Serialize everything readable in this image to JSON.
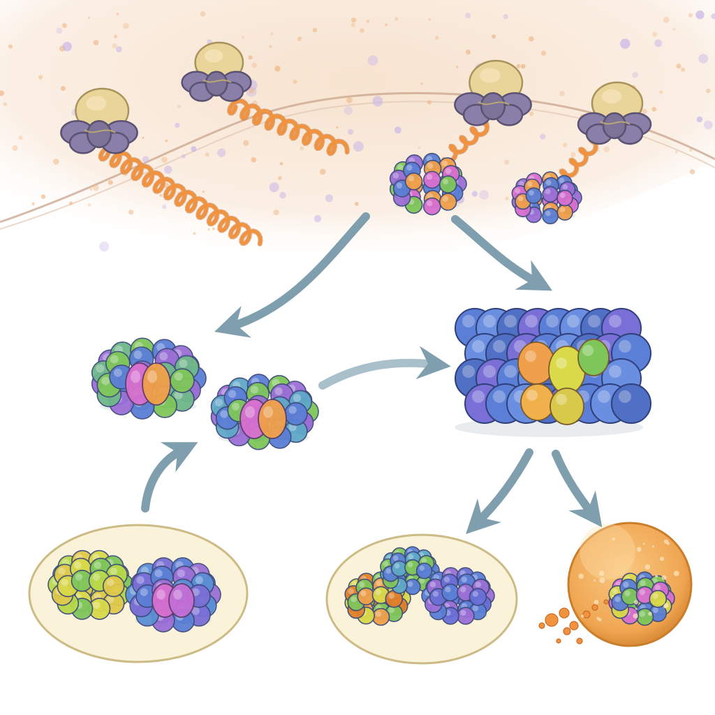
{
  "diagram": {
    "title": "",
    "nodes": [
      {
        "id": "ribosome-complex-1",
        "kind": "ribosome with nascent chain"
      },
      {
        "id": "ribosome-complex-2",
        "kind": "ribosome with nascent chain"
      },
      {
        "id": "ribosome-complex-3",
        "kind": "ribosome with chain and chaperonin ring"
      },
      {
        "id": "ribosome-complex-4",
        "kind": "ribosome with chain and chaperonin ring"
      },
      {
        "id": "chaperonin-pair-middle-left",
        "kind": "double-ring complex"
      },
      {
        "id": "large-chaperonin-assembly",
        "kind": "large assembly"
      },
      {
        "id": "chaperonin-pool-bottom-left",
        "kind": "pool on membrane patch"
      },
      {
        "id": "chaperonin-pool-bottom-middle",
        "kind": "pool on membrane patch"
      },
      {
        "id": "vesicle-with-complex",
        "kind": "orange vesicle"
      }
    ],
    "edges": [
      {
        "from": "ribosome-complex-3",
        "to": "chaperonin-pair-middle-left"
      },
      {
        "from": "ribosome-complex-4",
        "to": "large-chaperonin-assembly"
      },
      {
        "from": "chaperonin-pair-middle-left",
        "to": "large-chaperonin-assembly"
      },
      {
        "from": "chaperonin-pool-bottom-left",
        "to": "chaperonin-pair-middle-left"
      },
      {
        "from": "large-chaperonin-assembly",
        "to": "chaperonin-pool-bottom-middle"
      },
      {
        "from": "large-chaperonin-assembly",
        "to": "vesicle-with-complex"
      }
    ],
    "colors": {
      "membrane_band": "#f6e6d6",
      "membrane_line": "#c9a48c",
      "ribosome_large": "#e9d49a",
      "ribosome_small": "#8a7fa8",
      "nascent_chain": "#f0923e",
      "arrow": "#7f9fae",
      "plate_fill": "#fbf3d9",
      "plate_edge": "#cdbb86",
      "vesicle": "#f2a44a",
      "blue": "#5b7fd6",
      "green": "#7fc65a",
      "purple": "#9b6fd6",
      "magenta": "#d86fd0",
      "yellow": "#d9d94a",
      "orange": "#f0a04a"
    }
  }
}
